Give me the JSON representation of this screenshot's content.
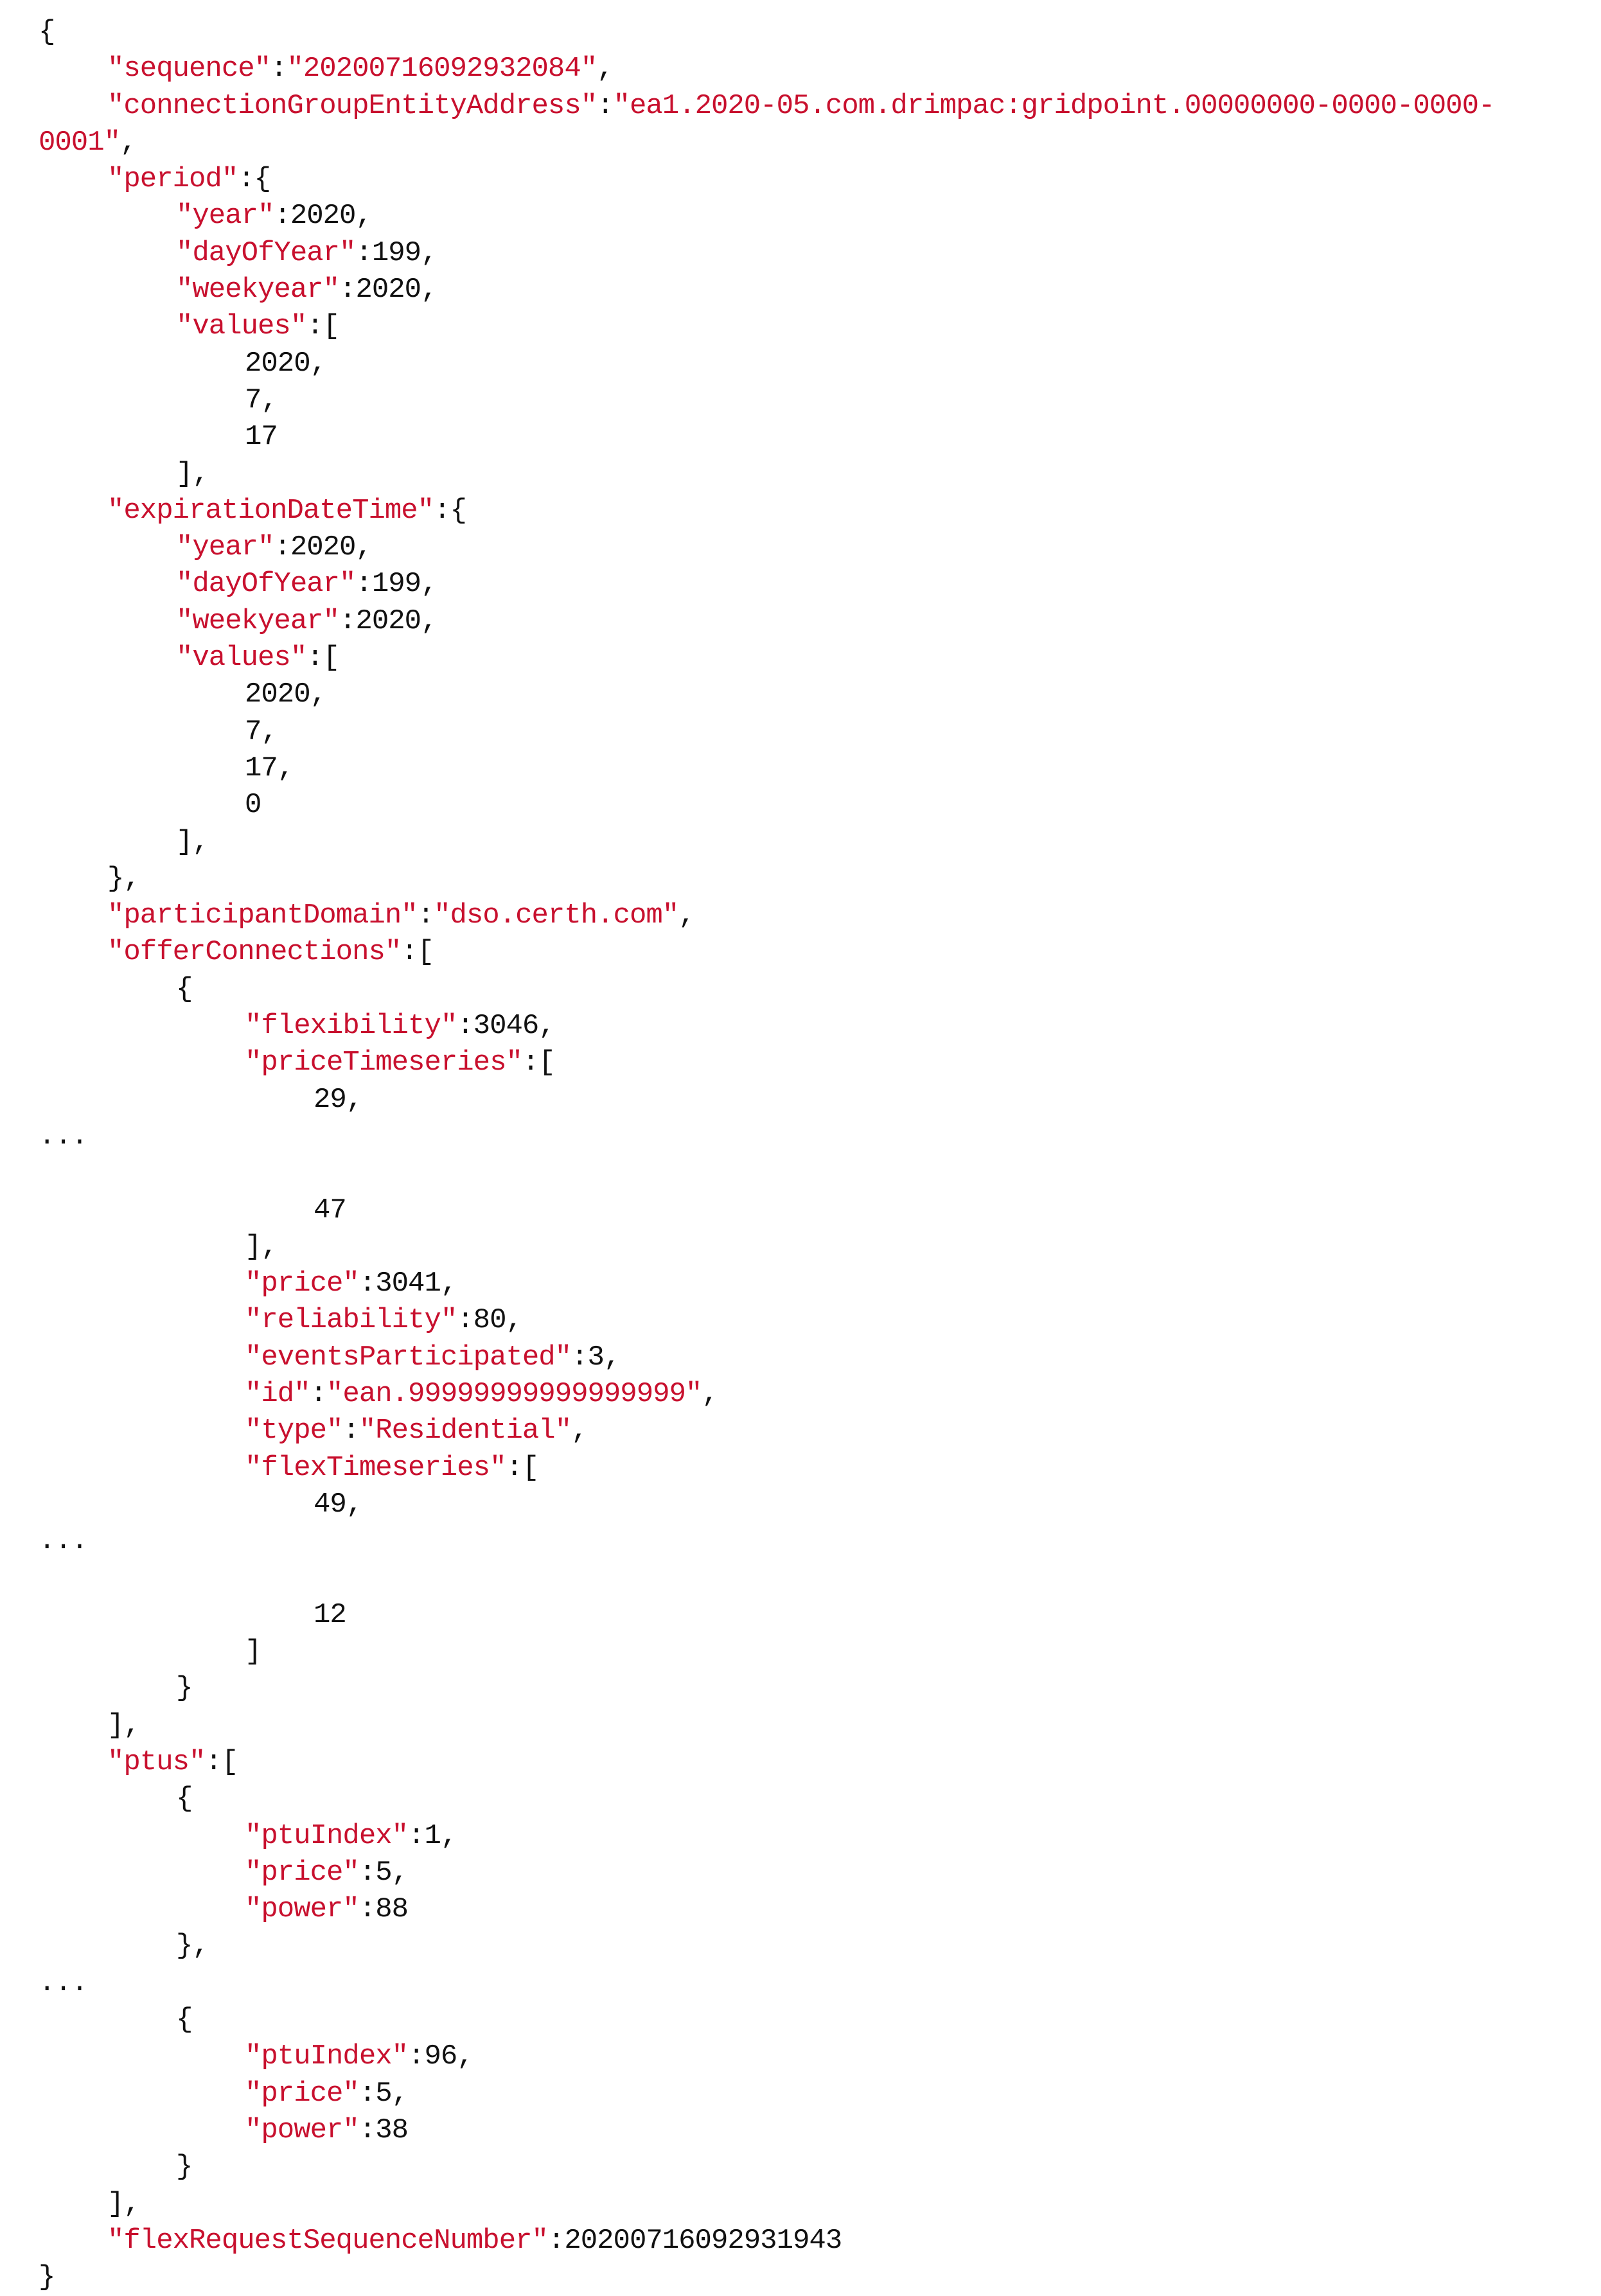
{
  "colors": {
    "key": "#c8102e",
    "string": "#c8102e",
    "text": "#111111",
    "background": "#ffffff"
  },
  "lines": [
    {
      "indent": 0,
      "parts": [
        {
          "t": "{",
          "c": "punct"
        }
      ]
    },
    {
      "indent": 1,
      "parts": [
        {
          "t": "\"sequence\"",
          "c": "key"
        },
        {
          "t": ":",
          "c": "punct"
        },
        {
          "t": "\"20200716092932084\"",
          "c": "str"
        },
        {
          "t": ",",
          "c": "punct"
        }
      ]
    },
    {
      "indent": 1,
      "parts": [
        {
          "t": "\"connectionGroupEntityAddress\"",
          "c": "key"
        },
        {
          "t": ":",
          "c": "punct"
        },
        {
          "t": "\"ea1.2020-05.com.drimpac:gridpoint.00000000-0000-0000-",
          "c": "str"
        }
      ]
    },
    {
      "indent": 0,
      "parts": [
        {
          "t": "0001\"",
          "c": "str"
        },
        {
          "t": ",",
          "c": "punct"
        }
      ]
    },
    {
      "indent": 1,
      "parts": [
        {
          "t": "\"period\"",
          "c": "key"
        },
        {
          "t": ":{",
          "c": "punct"
        }
      ]
    },
    {
      "indent": 2,
      "parts": [
        {
          "t": "\"year\"",
          "c": "key"
        },
        {
          "t": ":2020,",
          "c": "num"
        }
      ]
    },
    {
      "indent": 2,
      "parts": [
        {
          "t": "\"dayOfYear\"",
          "c": "key"
        },
        {
          "t": ":199,",
          "c": "num"
        }
      ]
    },
    {
      "indent": 2,
      "parts": [
        {
          "t": "\"weekyear\"",
          "c": "key"
        },
        {
          "t": ":2020,",
          "c": "num"
        }
      ]
    },
    {
      "indent": 2,
      "parts": [
        {
          "t": "\"values\"",
          "c": "key"
        },
        {
          "t": ":[",
          "c": "punct"
        }
      ]
    },
    {
      "indent": 3,
      "parts": [
        {
          "t": "2020,",
          "c": "num"
        }
      ]
    },
    {
      "indent": 3,
      "parts": [
        {
          "t": "7,",
          "c": "num"
        }
      ]
    },
    {
      "indent": 3,
      "parts": [
        {
          "t": "17",
          "c": "num"
        }
      ]
    },
    {
      "indent": 2,
      "parts": [
        {
          "t": "],",
          "c": "punct"
        }
      ]
    },
    {
      "indent": 1,
      "parts": [
        {
          "t": "\"expirationDateTime\"",
          "c": "key"
        },
        {
          "t": ":{",
          "c": "punct"
        }
      ]
    },
    {
      "indent": 2,
      "parts": [
        {
          "t": "\"year\"",
          "c": "key"
        },
        {
          "t": ":2020,",
          "c": "num"
        }
      ]
    },
    {
      "indent": 2,
      "parts": [
        {
          "t": "\"dayOfYear\"",
          "c": "key"
        },
        {
          "t": ":199,",
          "c": "num"
        }
      ]
    },
    {
      "indent": 2,
      "parts": [
        {
          "t": "\"weekyear\"",
          "c": "key"
        },
        {
          "t": ":2020,",
          "c": "num"
        }
      ]
    },
    {
      "indent": 2,
      "parts": [
        {
          "t": "\"values\"",
          "c": "key"
        },
        {
          "t": ":[",
          "c": "punct"
        }
      ]
    },
    {
      "indent": 3,
      "parts": [
        {
          "t": "2020,",
          "c": "num"
        }
      ]
    },
    {
      "indent": 3,
      "parts": [
        {
          "t": "7,",
          "c": "num"
        }
      ]
    },
    {
      "indent": 3,
      "parts": [
        {
          "t": "17,",
          "c": "num"
        }
      ]
    },
    {
      "indent": 3,
      "parts": [
        {
          "t": "0",
          "c": "num"
        }
      ]
    },
    {
      "indent": 2,
      "parts": [
        {
          "t": "],",
          "c": "punct"
        }
      ]
    },
    {
      "indent": 1,
      "parts": [
        {
          "t": "},",
          "c": "punct"
        }
      ]
    },
    {
      "indent": 1,
      "parts": [
        {
          "t": "\"participantDomain\"",
          "c": "key"
        },
        {
          "t": ":",
          "c": "punct"
        },
        {
          "t": "\"dso.certh.com\"",
          "c": "str"
        },
        {
          "t": ",",
          "c": "punct"
        }
      ]
    },
    {
      "indent": 1,
      "parts": [
        {
          "t": "\"offerConnections\"",
          "c": "key"
        },
        {
          "t": ":[",
          "c": "punct"
        }
      ]
    },
    {
      "indent": 2,
      "parts": [
        {
          "t": "{",
          "c": "punct"
        }
      ]
    },
    {
      "indent": 3,
      "parts": [
        {
          "t": "\"flexibility\"",
          "c": "key"
        },
        {
          "t": ":3046,",
          "c": "num"
        }
      ]
    },
    {
      "indent": 3,
      "parts": [
        {
          "t": "\"priceTimeseries\"",
          "c": "key"
        },
        {
          "t": ":[",
          "c": "punct"
        }
      ]
    },
    {
      "indent": 4,
      "parts": [
        {
          "t": "29,",
          "c": "num"
        }
      ]
    },
    {
      "indent": 0,
      "parts": [
        {
          "t": "...",
          "c": "punct"
        }
      ]
    },
    {
      "indent": 0,
      "parts": []
    },
    {
      "indent": 4,
      "parts": [
        {
          "t": "47",
          "c": "num"
        }
      ]
    },
    {
      "indent": 3,
      "parts": [
        {
          "t": "],",
          "c": "punct"
        }
      ]
    },
    {
      "indent": 3,
      "parts": [
        {
          "t": "\"price\"",
          "c": "key"
        },
        {
          "t": ":3041,",
          "c": "num"
        }
      ]
    },
    {
      "indent": 3,
      "parts": [
        {
          "t": "\"reliability\"",
          "c": "key"
        },
        {
          "t": ":80,",
          "c": "num"
        }
      ]
    },
    {
      "indent": 3,
      "parts": [
        {
          "t": "\"eventsParticipated\"",
          "c": "key"
        },
        {
          "t": ":3,",
          "c": "num"
        }
      ]
    },
    {
      "indent": 3,
      "parts": [
        {
          "t": "\"id\"",
          "c": "key"
        },
        {
          "t": ":",
          "c": "punct"
        },
        {
          "t": "\"ean.99999999999999999\"",
          "c": "str"
        },
        {
          "t": ",",
          "c": "punct"
        }
      ]
    },
    {
      "indent": 3,
      "parts": [
        {
          "t": "\"type\"",
          "c": "key"
        },
        {
          "t": ":",
          "c": "punct"
        },
        {
          "t": "\"Residential\"",
          "c": "str"
        },
        {
          "t": ",",
          "c": "punct"
        }
      ]
    },
    {
      "indent": 3,
      "parts": [
        {
          "t": "\"flexTimeseries\"",
          "c": "key"
        },
        {
          "t": ":[",
          "c": "punct"
        }
      ]
    },
    {
      "indent": 4,
      "parts": [
        {
          "t": "49,",
          "c": "num"
        }
      ]
    },
    {
      "indent": 0,
      "parts": [
        {
          "t": "...",
          "c": "punct"
        }
      ]
    },
    {
      "indent": 0,
      "parts": []
    },
    {
      "indent": 4,
      "parts": [
        {
          "t": "12",
          "c": "num"
        }
      ]
    },
    {
      "indent": 3,
      "parts": [
        {
          "t": "]",
          "c": "punct"
        }
      ]
    },
    {
      "indent": 2,
      "parts": [
        {
          "t": "}",
          "c": "punct"
        }
      ]
    },
    {
      "indent": 1,
      "parts": [
        {
          "t": "],",
          "c": "punct"
        }
      ]
    },
    {
      "indent": 1,
      "parts": [
        {
          "t": "\"ptus\"",
          "c": "key"
        },
        {
          "t": ":[",
          "c": "punct"
        }
      ]
    },
    {
      "indent": 2,
      "parts": [
        {
          "t": "{",
          "c": "punct"
        }
      ]
    },
    {
      "indent": 3,
      "parts": [
        {
          "t": "\"ptuIndex\"",
          "c": "key"
        },
        {
          "t": ":1,",
          "c": "num"
        }
      ]
    },
    {
      "indent": 3,
      "parts": [
        {
          "t": "\"price\"",
          "c": "key"
        },
        {
          "t": ":5,",
          "c": "num"
        }
      ]
    },
    {
      "indent": 3,
      "parts": [
        {
          "t": "\"power\"",
          "c": "key"
        },
        {
          "t": ":88",
          "c": "num"
        }
      ]
    },
    {
      "indent": 2,
      "parts": [
        {
          "t": "},",
          "c": "punct"
        }
      ]
    },
    {
      "indent": 0,
      "parts": [
        {
          "t": "...",
          "c": "punct"
        }
      ]
    },
    {
      "indent": 2,
      "parts": [
        {
          "t": "{",
          "c": "punct"
        }
      ]
    },
    {
      "indent": 3,
      "parts": [
        {
          "t": "\"ptuIndex\"",
          "c": "key"
        },
        {
          "t": ":96,",
          "c": "num"
        }
      ]
    },
    {
      "indent": 3,
      "parts": [
        {
          "t": "\"price\"",
          "c": "key"
        },
        {
          "t": ":5,",
          "c": "num"
        }
      ]
    },
    {
      "indent": 3,
      "parts": [
        {
          "t": "\"power\"",
          "c": "key"
        },
        {
          "t": ":38",
          "c": "num"
        }
      ]
    },
    {
      "indent": 2,
      "parts": [
        {
          "t": "}",
          "c": "punct"
        }
      ]
    },
    {
      "indent": 1,
      "parts": [
        {
          "t": "],",
          "c": "punct"
        }
      ]
    },
    {
      "indent": 1,
      "parts": [
        {
          "t": "\"flexRequestSequenceNumber\"",
          "c": "key"
        },
        {
          "t": ":20200716092931943",
          "c": "num"
        }
      ]
    },
    {
      "indent": 0,
      "parts": [
        {
          "t": "}",
          "c": "punct"
        }
      ]
    }
  ]
}
